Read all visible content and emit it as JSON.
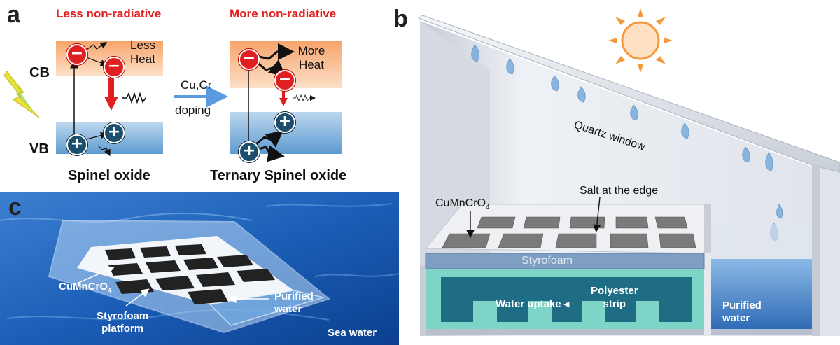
{
  "panel_a": {
    "letter": "a",
    "left_title": "Less non-radiative",
    "right_title": "More non-radiative",
    "cb_label": "CB",
    "vb_label": "VB",
    "left_heat_line1": "Less",
    "left_heat_line2": "Heat",
    "right_heat_line1": "More",
    "right_heat_line2": "Heat",
    "dopant": "Cu,Cr",
    "doping": "doping",
    "left_caption": "Spinel oxide",
    "right_caption": "Ternary Spinel oxide",
    "electron_symbol": "−",
    "hole_symbol": "+",
    "colors": {
      "electron": "#e02020",
      "hole": "#1c4f6e",
      "cb": "#f6a36a",
      "vb": "#5e9bd1",
      "arrow": "#5a9be0"
    }
  },
  "panel_b": {
    "letter": "b",
    "quartz_window": "Quartz window",
    "material_label": "CuMnCrO",
    "material_sub": "4",
    "salt_label": "Salt at the edge",
    "styrofoam": "Styrofoam",
    "water_uptake": "Water uptake",
    "polyester_line1": "Polyester",
    "polyester_line2": "strip",
    "purified_line1": "Purified",
    "purified_line2": "water",
    "sun_color": "#f39a3c"
  },
  "panel_c": {
    "letter": "c",
    "material_label": "CuMnCrO",
    "material_sub": "4",
    "platform_line1": "Styrofoam",
    "platform_line2": "platform",
    "purified_line1": "Purified",
    "purified_line2": "water",
    "sea_water": "Sea water",
    "sea_color": "#1b5fb8"
  }
}
